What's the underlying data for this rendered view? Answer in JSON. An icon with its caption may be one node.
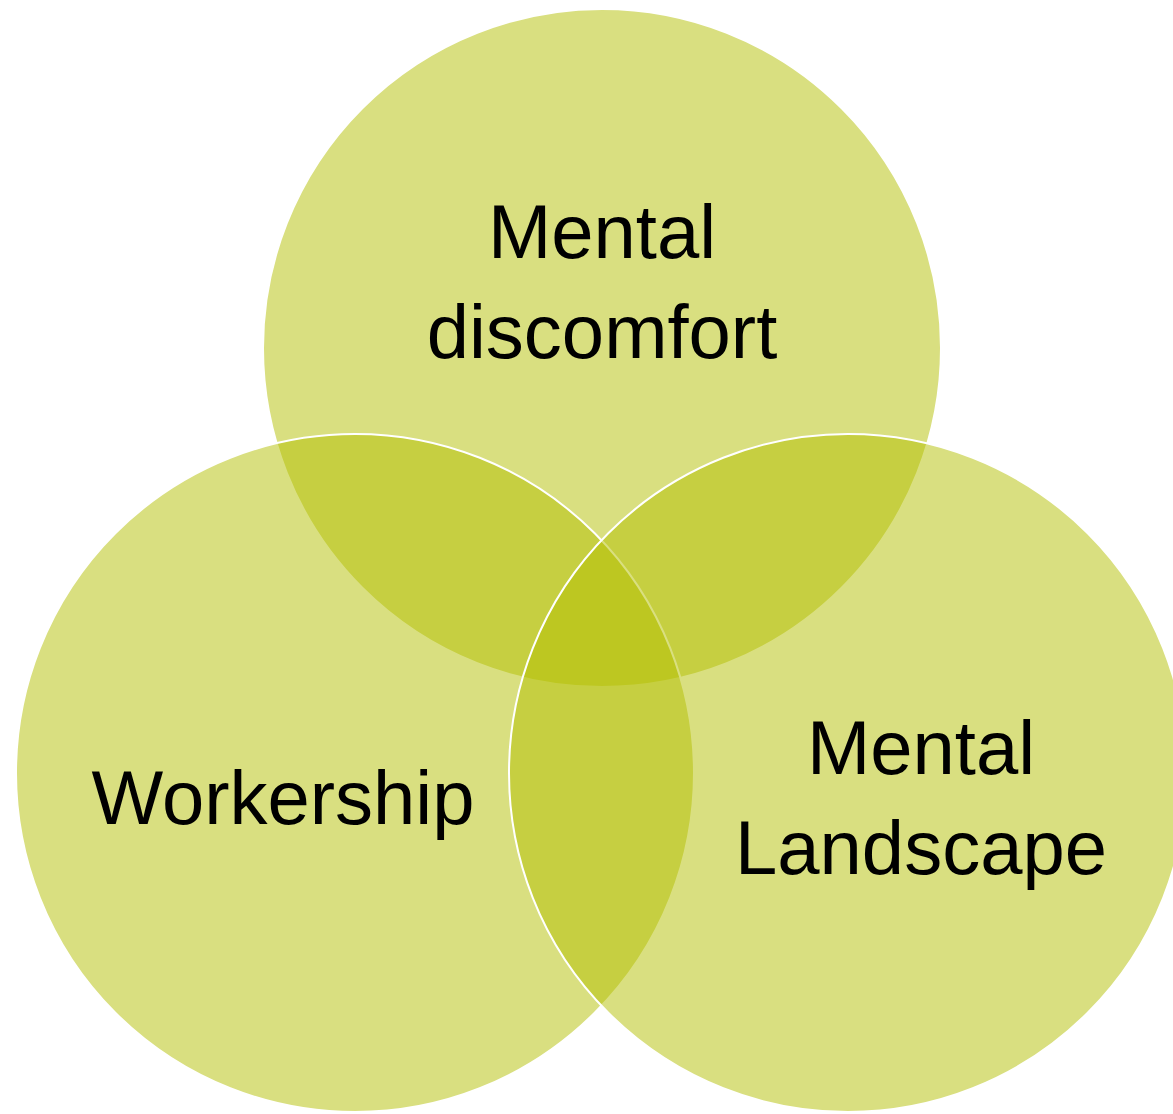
{
  "diagram": {
    "nodes": [
      {
        "text": [
          "Mental discomfort"
        ]
      },
      {
        "text": [
          "Workership"
        ]
      },
      {
        "text": [
          "Mental Landscape"
        ]
      }
    ]
  }
}
